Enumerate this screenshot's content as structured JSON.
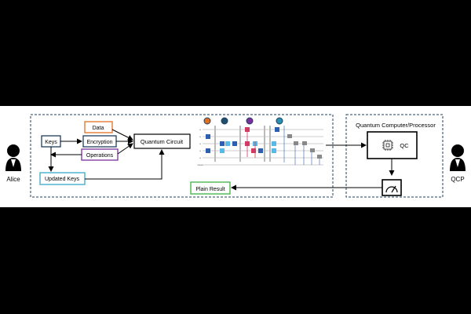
{
  "actors": {
    "alice": "Alice",
    "qcp": "QCP"
  },
  "client_boxes": {
    "keys": "Keys",
    "data": "Data",
    "encryption": "Encryption",
    "operations": "Operations",
    "updated_keys": "Updated Keys",
    "quantum_circuit": "Quantum Circuit",
    "plain_result": "Plain Result"
  },
  "server": {
    "title": "Quantum Computer/Processor",
    "qc_label": "QC"
  },
  "colors": {
    "keys_border": "#1f3f5f",
    "data_border": "#e07020",
    "encryption_border": "#1f3f5f",
    "operations_border": "#7a2e9e",
    "updated_keys_border": "#38a8c8",
    "plain_result_border": "#3cb043",
    "dot_orange": "#e07020",
    "dot_navy": "#1f4f70",
    "dot_purple": "#7a2e9e",
    "dot_teal": "#2a8fb0"
  }
}
